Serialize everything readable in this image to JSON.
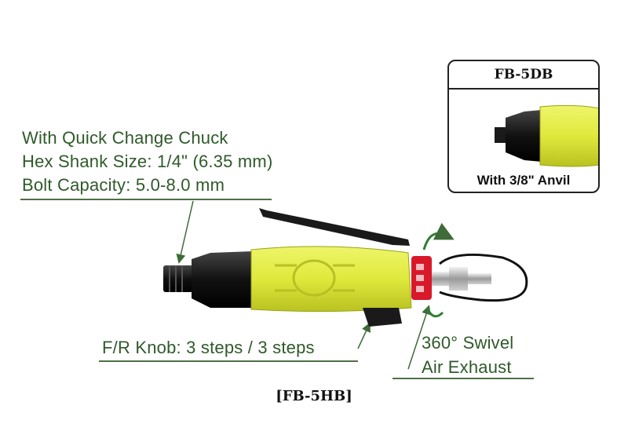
{
  "callouts": {
    "chuck": {
      "lines": [
        "With Quick Change Chuck",
        "Hex Shank Size: 1/4\" (6.35 mm)",
        "Bolt Capacity: 5.0-8.0 mm"
      ]
    },
    "knob": {
      "lines": [
        "F/R Knob: 3 steps / 3 steps"
      ]
    },
    "swivel": {
      "lines": [
        "360° Swivel",
        "Air Exhaust"
      ]
    }
  },
  "inset": {
    "title": "FB-5DB",
    "caption": "With 3/8\" Anvil"
  },
  "model_label": "[FB-5HB]",
  "colors": {
    "callout_text": "#2f5a2a",
    "tool_body": "#e6f04a",
    "swivel_ring": "#d8192a",
    "arrow": "#2e7d32"
  }
}
